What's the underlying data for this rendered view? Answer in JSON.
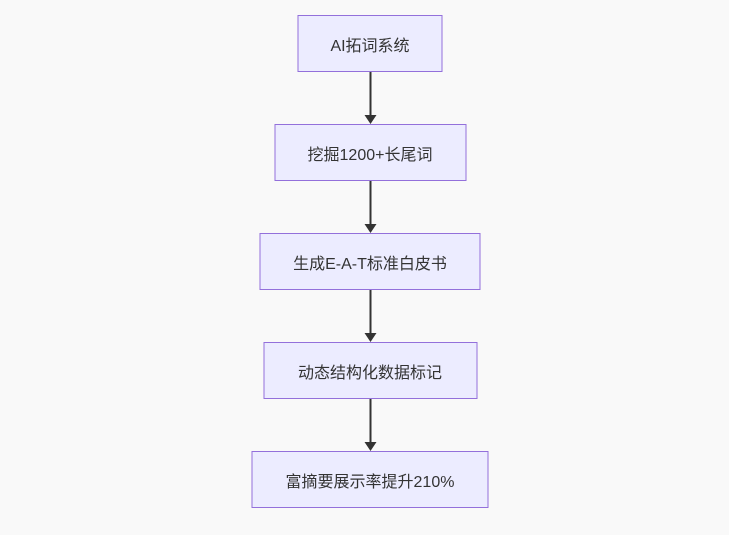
{
  "flowchart": {
    "title": "SEO AI flow diagram",
    "colors": {
      "background": "#f9f9f9",
      "node_fill": "#ECECFF",
      "node_border": "#9370DB",
      "text": "#333333",
      "arrow": "#333333"
    },
    "nodes": [
      {
        "id": "n1",
        "label": "AI拓词系统"
      },
      {
        "id": "n2",
        "label": "挖掘1200+长尾词"
      },
      {
        "id": "n3",
        "label": "生成E-A-T标准白皮书"
      },
      {
        "id": "n4",
        "label": "动态结构化数据标记"
      },
      {
        "id": "n5",
        "label": "富摘要展示率提升210%"
      }
    ],
    "edges": [
      {
        "from": "n1",
        "to": "n2"
      },
      {
        "from": "n2",
        "to": "n3"
      },
      {
        "from": "n3",
        "to": "n4"
      },
      {
        "from": "n4",
        "to": "n5"
      }
    ]
  }
}
